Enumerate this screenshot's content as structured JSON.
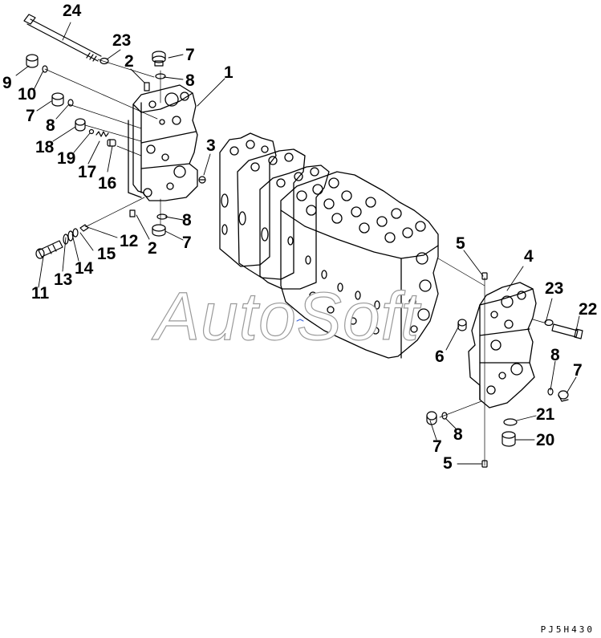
{
  "diagram": {
    "drawing_code": "PJ5H430",
    "watermark": "AutoSoft",
    "callouts": [
      {
        "id": "c-24",
        "text": "24"
      },
      {
        "id": "c-23a",
        "text": "23"
      },
      {
        "id": "c-7a",
        "text": "7"
      },
      {
        "id": "c-2a",
        "text": "2"
      },
      {
        "id": "c-8a",
        "text": "8"
      },
      {
        "id": "c-1",
        "text": "1"
      },
      {
        "id": "c-9",
        "text": "9"
      },
      {
        "id": "c-10",
        "text": "10"
      },
      {
        "id": "c-7b",
        "text": "7"
      },
      {
        "id": "c-8b",
        "text": "8"
      },
      {
        "id": "c-18",
        "text": "18"
      },
      {
        "id": "c-19",
        "text": "19"
      },
      {
        "id": "c-17",
        "text": "17"
      },
      {
        "id": "c-16",
        "text": "16"
      },
      {
        "id": "c-3",
        "text": "3"
      },
      {
        "id": "c-8c",
        "text": "8"
      },
      {
        "id": "c-7c",
        "text": "7"
      },
      {
        "id": "c-12",
        "text": "12"
      },
      {
        "id": "c-2b",
        "text": "2"
      },
      {
        "id": "c-15",
        "text": "15"
      },
      {
        "id": "c-14",
        "text": "14"
      },
      {
        "id": "c-13",
        "text": "13"
      },
      {
        "id": "c-11",
        "text": "11"
      },
      {
        "id": "c-5a",
        "text": "5"
      },
      {
        "id": "c-4",
        "text": "4"
      },
      {
        "id": "c-23b",
        "text": "23"
      },
      {
        "id": "c-22",
        "text": "22"
      },
      {
        "id": "c-6",
        "text": "6"
      },
      {
        "id": "c-8d",
        "text": "8"
      },
      {
        "id": "c-7d",
        "text": "7"
      },
      {
        "id": "c-21",
        "text": "21"
      },
      {
        "id": "c-20",
        "text": "20"
      },
      {
        "id": "c-8e",
        "text": "8"
      },
      {
        "id": "c-7e",
        "text": "7"
      },
      {
        "id": "c-5b",
        "text": "5"
      }
    ]
  }
}
